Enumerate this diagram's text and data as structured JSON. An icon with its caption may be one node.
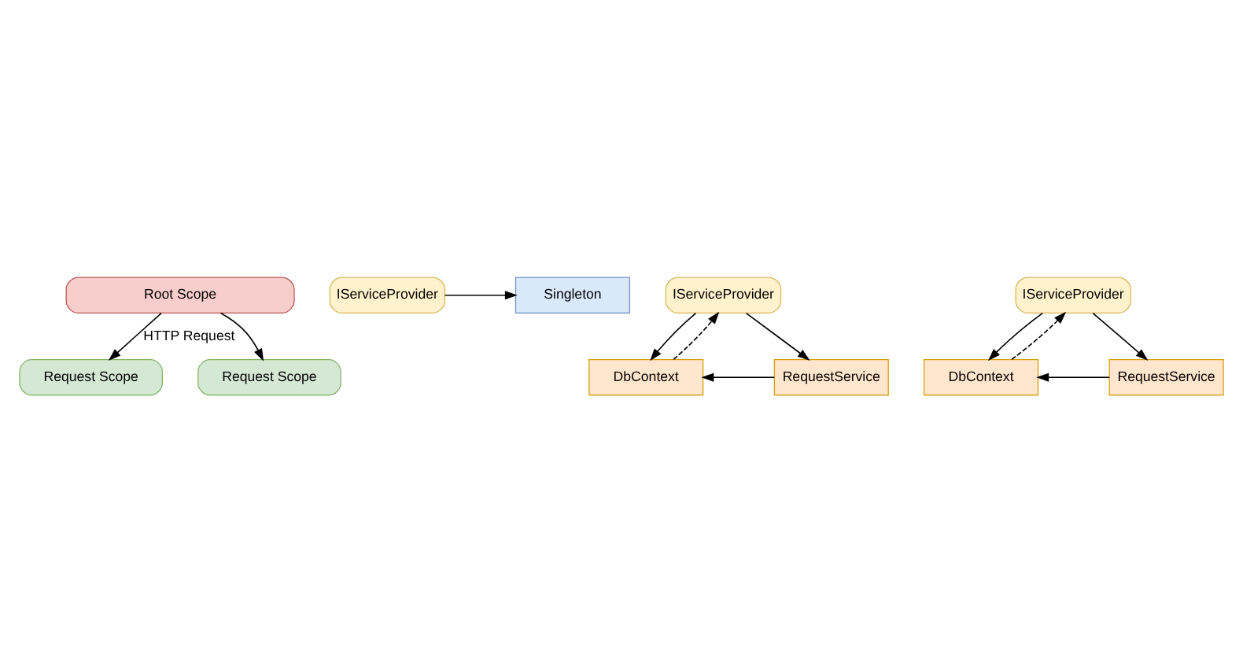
{
  "diagram": {
    "nodes": [
      {
        "text": [
          "Root Scope"
        ]
      },
      {
        "text": [
          "IServiceProvider"
        ]
      },
      {
        "text": [
          "Singleton"
        ]
      },
      {
        "text": [
          "Request Scope"
        ]
      },
      {
        "text": [
          "IServiceProvider"
        ]
      },
      {
        "text": [
          "DbContext"
        ]
      },
      {
        "text": [
          "RequestService"
        ]
      },
      {
        "text": [
          "Request Scope"
        ]
      },
      {
        "text": [
          "IServiceProvider"
        ]
      },
      {
        "text": [
          "DbContext"
        ]
      },
      {
        "text": [
          "RequestService"
        ]
      }
    ],
    "edges": [
      {
        "from": 1,
        "to": 2,
        "arrow": "to"
      },
      {
        "from": 0,
        "to": 3,
        "arrow": "to",
        "label": "HTTP Request"
      },
      {
        "from": 0,
        "to": 7,
        "arrow": "to"
      },
      {
        "from": 4,
        "to": 5,
        "arrow": "to"
      },
      {
        "from": 4,
        "to": 6,
        "arrow": "to"
      },
      {
        "from": 6,
        "to": 5,
        "arrow": "to"
      },
      {
        "from": 5,
        "to": 4,
        "arrow": "to",
        "style": "dashed"
      },
      {
        "from": 8,
        "to": 9,
        "arrow": "to"
      },
      {
        "from": 8,
        "to": 10,
        "arrow": "to"
      },
      {
        "from": 10,
        "to": 9,
        "arrow": "to"
      },
      {
        "from": 9,
        "to": 8,
        "arrow": "to",
        "style": "dashed"
      }
    ]
  }
}
